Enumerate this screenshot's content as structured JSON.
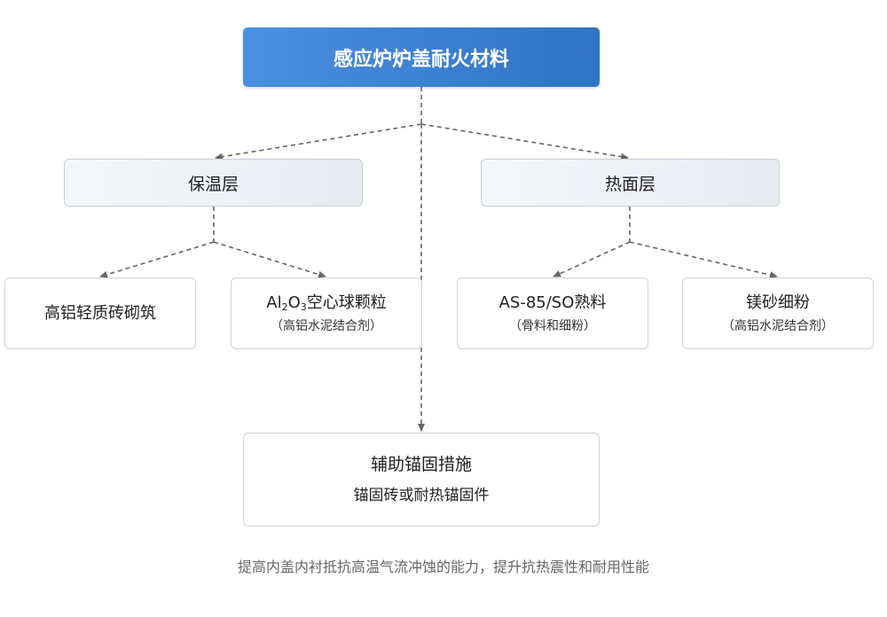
{
  "root": {
    "label": "感应炉炉盖耐火材料"
  },
  "layers": [
    {
      "label": "保温层"
    },
    {
      "label": "热面层"
    }
  ],
  "leaves": [
    {
      "label": "高铝轻质砖砌筑",
      "note": ""
    },
    {
      "label_parts": [
        "Al",
        "2",
        "O",
        "3",
        "空心球颗粒"
      ],
      "note": "（高铝水泥结合剂）"
    },
    {
      "label": "AS-85/SO熟料",
      "note": "（骨料和细粉）"
    },
    {
      "label": "镁砂细粉",
      "note": "（高铝水泥结合剂）"
    }
  ],
  "measure": {
    "title": "辅助锚固措施",
    "detail": "锚固砖或耐热锚固件"
  },
  "caption": "提高内盖内衬抵抗高温气流冲蚀的能力，提升抗热震性和耐用性能",
  "colors": {
    "root_start": "#4b8fe0",
    "root_end": "#2f73c3",
    "edge": "#666666",
    "caption": "#666666"
  }
}
